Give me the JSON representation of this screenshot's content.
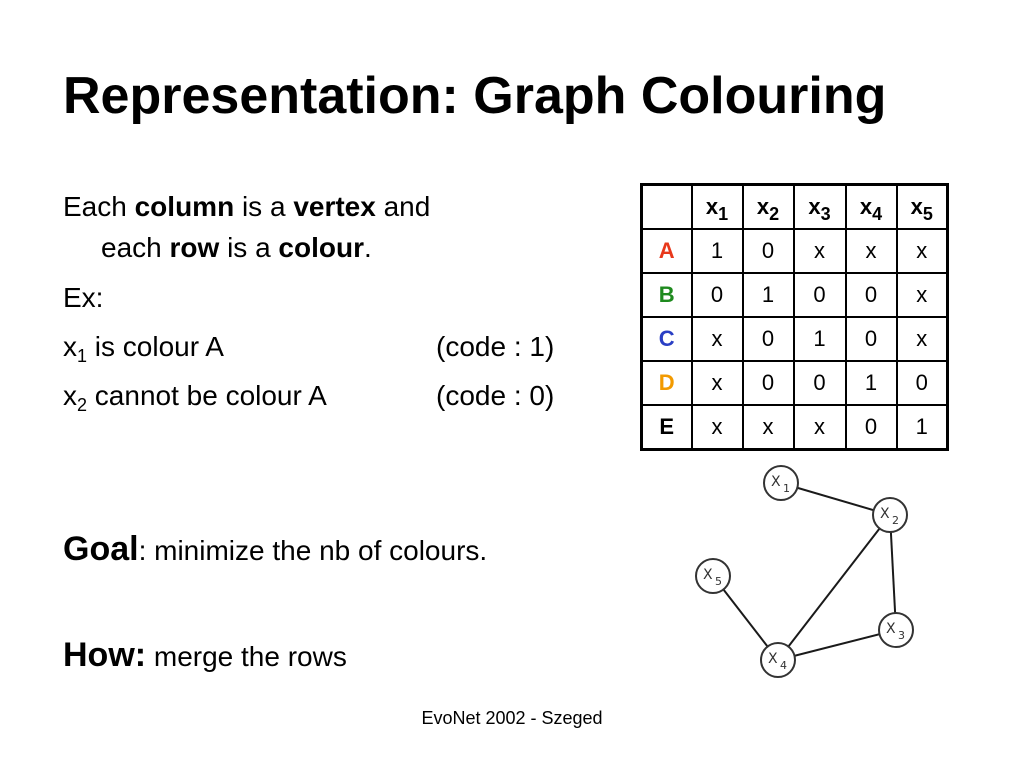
{
  "title": "Representation: Graph Colouring",
  "intro": {
    "each": "Each",
    "column": "column",
    "is_a_1": "is a",
    "vertex": "vertex",
    "and": "and",
    "each2": "each",
    "row": "row",
    "is_a_2": "is a",
    "colour": "colour",
    "period": "."
  },
  "ex_label": "Ex:",
  "examples": [
    {
      "var": "x",
      "sub": "1",
      "text": "is colour A",
      "code": "(code : 1)"
    },
    {
      "var": "x",
      "sub": "2",
      "text": "cannot be colour A",
      "code": "(code : 0)"
    }
  ],
  "goal": {
    "label": "Goal",
    "sep": ":",
    "text": "minimize the nb of colours."
  },
  "how": {
    "label": "How:",
    "text": "merge the rows"
  },
  "table": {
    "columns": [
      {
        "var": "x",
        "sub": "1"
      },
      {
        "var": "x",
        "sub": "2"
      },
      {
        "var": "x",
        "sub": "3"
      },
      {
        "var": "x",
        "sub": "4"
      },
      {
        "var": "x",
        "sub": "5"
      }
    ],
    "rows": [
      {
        "label": "A",
        "color": "#e8381b",
        "cells": [
          "1",
          "0",
          "x",
          "x",
          "x"
        ]
      },
      {
        "label": "B",
        "color": "#1e8a1e",
        "cells": [
          "0",
          "1",
          "0",
          "0",
          "x"
        ]
      },
      {
        "label": "C",
        "color": "#2a3fc4",
        "cells": [
          "x",
          "0",
          "1",
          "0",
          "x"
        ]
      },
      {
        "label": "D",
        "color": "#f29a00",
        "cells": [
          "x",
          "0",
          "0",
          "1",
          "0"
        ]
      },
      {
        "label": "E",
        "color": "#000000",
        "cells": [
          "x",
          "x",
          "x",
          "0",
          "1"
        ]
      }
    ]
  },
  "graph": {
    "nodes": [
      {
        "id": "x1",
        "var": "X",
        "sub": "1"
      },
      {
        "id": "x2",
        "var": "X",
        "sub": "2"
      },
      {
        "id": "x3",
        "var": "X",
        "sub": "3"
      },
      {
        "id": "x4",
        "var": "X",
        "sub": "4"
      },
      {
        "id": "x5",
        "var": "X",
        "sub": "5"
      }
    ],
    "edges": [
      [
        "x1",
        "x2"
      ],
      [
        "x2",
        "x3"
      ],
      [
        "x2",
        "x4"
      ],
      [
        "x3",
        "x4"
      ],
      [
        "x5",
        "x4"
      ]
    ]
  },
  "footer": "EvoNet 2002 - Szeged"
}
